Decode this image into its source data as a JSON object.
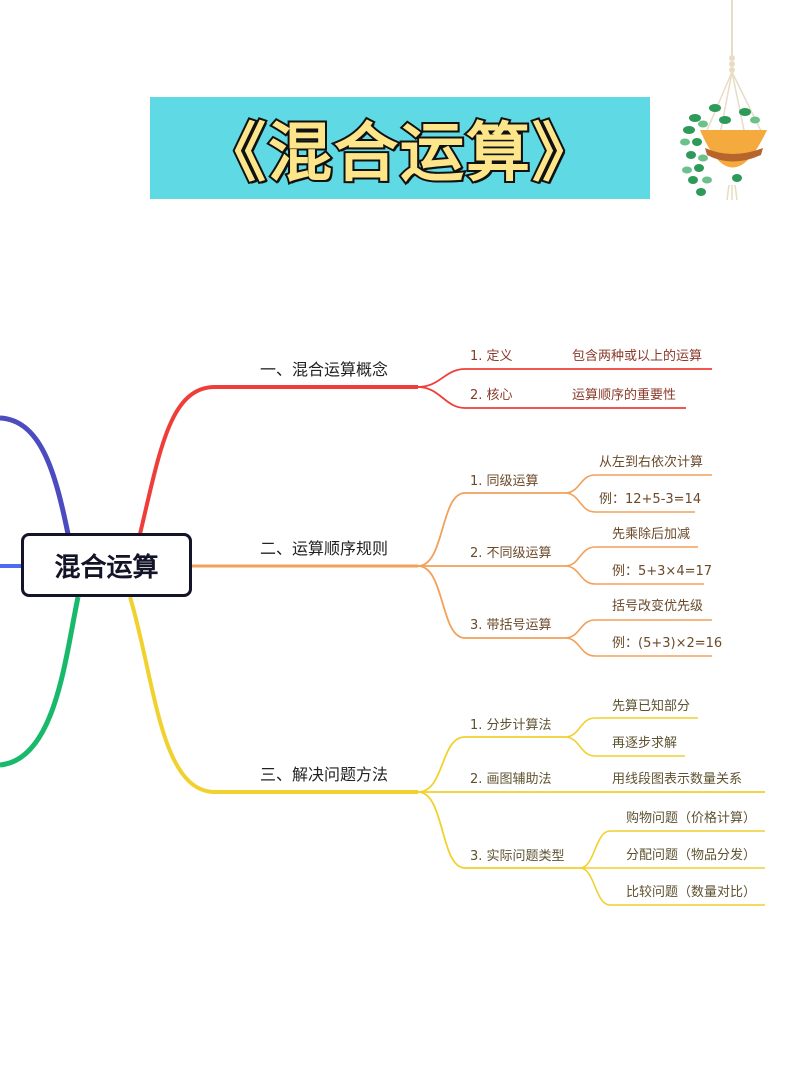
{
  "title": "《混合运算》",
  "colors": {
    "banner_bg": "#5fd9e3",
    "title_fill": "#fde58a",
    "branch_red": "#ef3e3a",
    "branch_orange": "#f2a05a",
    "branch_yellow": "#f1d12e",
    "branch_blue": "#4c4cc0",
    "branch_green": "#19b96b",
    "center_border": "#141428"
  },
  "decoration": {
    "icon": "hanging-plant-icon"
  },
  "center": {
    "label": "混合运算"
  },
  "branches": [
    {
      "label": "一、混合运算概念",
      "color": "red",
      "children": [
        {
          "label": "1. 定义",
          "details": [
            "包含两种或以上的运算"
          ]
        },
        {
          "label": "2. 核心",
          "details": [
            "运算顺序的重要性"
          ]
        }
      ]
    },
    {
      "label": "二、运算顺序规则",
      "color": "orange",
      "children": [
        {
          "label": "1. 同级运算",
          "details": [
            "从左到右依次计算",
            "例：12+5-3=14"
          ]
        },
        {
          "label": "2. 不同级运算",
          "details": [
            "先乘除后加减",
            "例：5+3×4=17"
          ]
        },
        {
          "label": "3. 带括号运算",
          "details": [
            "括号改变优先级",
            "例：(5+3)×2=16"
          ]
        }
      ]
    },
    {
      "label": "三、解决问题方法",
      "color": "yellow",
      "children": [
        {
          "label": "1. 分步计算法",
          "details": [
            "先算已知部分",
            "再逐步求解"
          ]
        },
        {
          "label": "2. 画图辅助法",
          "details": [
            "用线段图表示数量关系"
          ]
        },
        {
          "label": "3. 实际问题类型",
          "details": [
            "购物问题（价格计算）",
            "分配问题（物品分发）",
            "比较问题（数量对比）"
          ]
        }
      ]
    }
  ]
}
